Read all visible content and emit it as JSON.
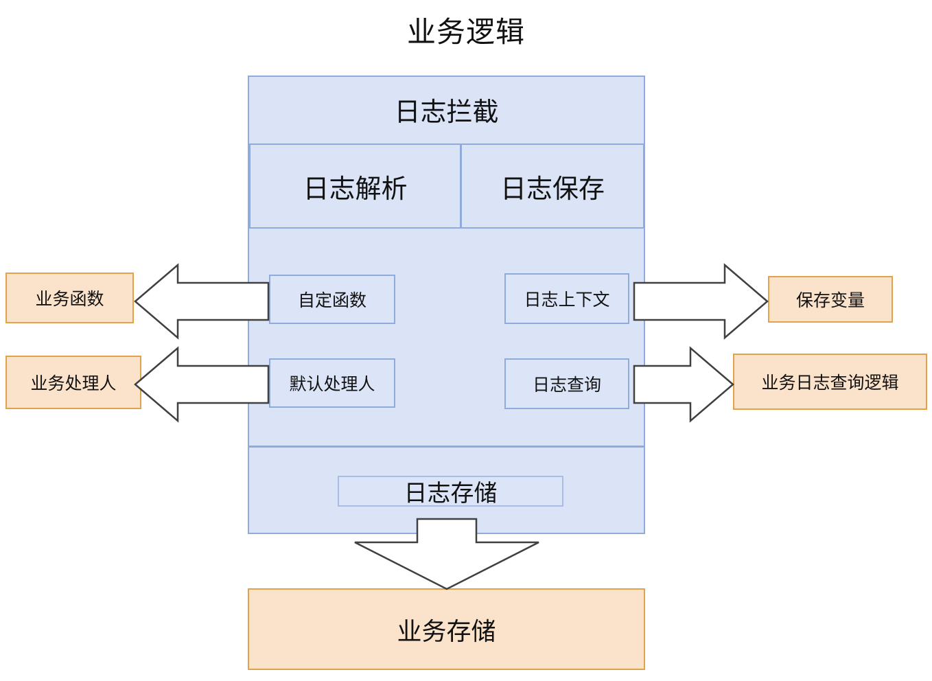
{
  "diagram": {
    "title": "业务逻辑",
    "type": "architecture-block-diagram",
    "colors": {
      "panel_fill": "#dae4f6",
      "panel_border": "#8faadc",
      "inner_box_fill": "#dbe5f7",
      "inner_box_border": "#8faadc",
      "orange_fill": "#fbe2ca",
      "orange_border": "#e0a24a",
      "arrow_fill": "#ffffff",
      "arrow_stroke": "#404040",
      "background": "#ffffff",
      "text": "#111111"
    }
  },
  "main_panel": {
    "header": "日志拦截",
    "row2": [
      {
        "label": "日志解析"
      },
      {
        "label": "日志保存"
      }
    ],
    "inner_boxes": {
      "left_column": [
        {
          "label": "自定函数"
        },
        {
          "label": "默认处理人"
        }
      ],
      "right_column": [
        {
          "label": "日志上下文"
        },
        {
          "label": "日志查询"
        }
      ]
    },
    "storage_band": {
      "label": "日志存储"
    }
  },
  "left_outputs": [
    {
      "label": "业务函数"
    },
    {
      "label": "业务处理人"
    }
  ],
  "right_outputs": [
    {
      "label": "保存变量"
    },
    {
      "label": "业务日志查询逻辑"
    }
  ],
  "bottom_output": {
    "label": "业务存储"
  },
  "arrows": [
    {
      "name": "arrow-custom-function-to-biz-function",
      "direction": "left",
      "from": "自定函数",
      "to": "业务函数"
    },
    {
      "name": "arrow-default-handler-to-biz-handler",
      "direction": "left",
      "from": "默认处理人",
      "to": "业务处理人"
    },
    {
      "name": "arrow-log-context-to-save-variable",
      "direction": "right",
      "from": "日志上下文",
      "to": "保存变量"
    },
    {
      "name": "arrow-log-query-to-biz-log-query",
      "direction": "right",
      "from": "日志查询",
      "to": "业务日志查询逻辑"
    },
    {
      "name": "arrow-log-storage-to-biz-storage",
      "direction": "down",
      "from": "日志存储",
      "to": "业务存储"
    }
  ]
}
